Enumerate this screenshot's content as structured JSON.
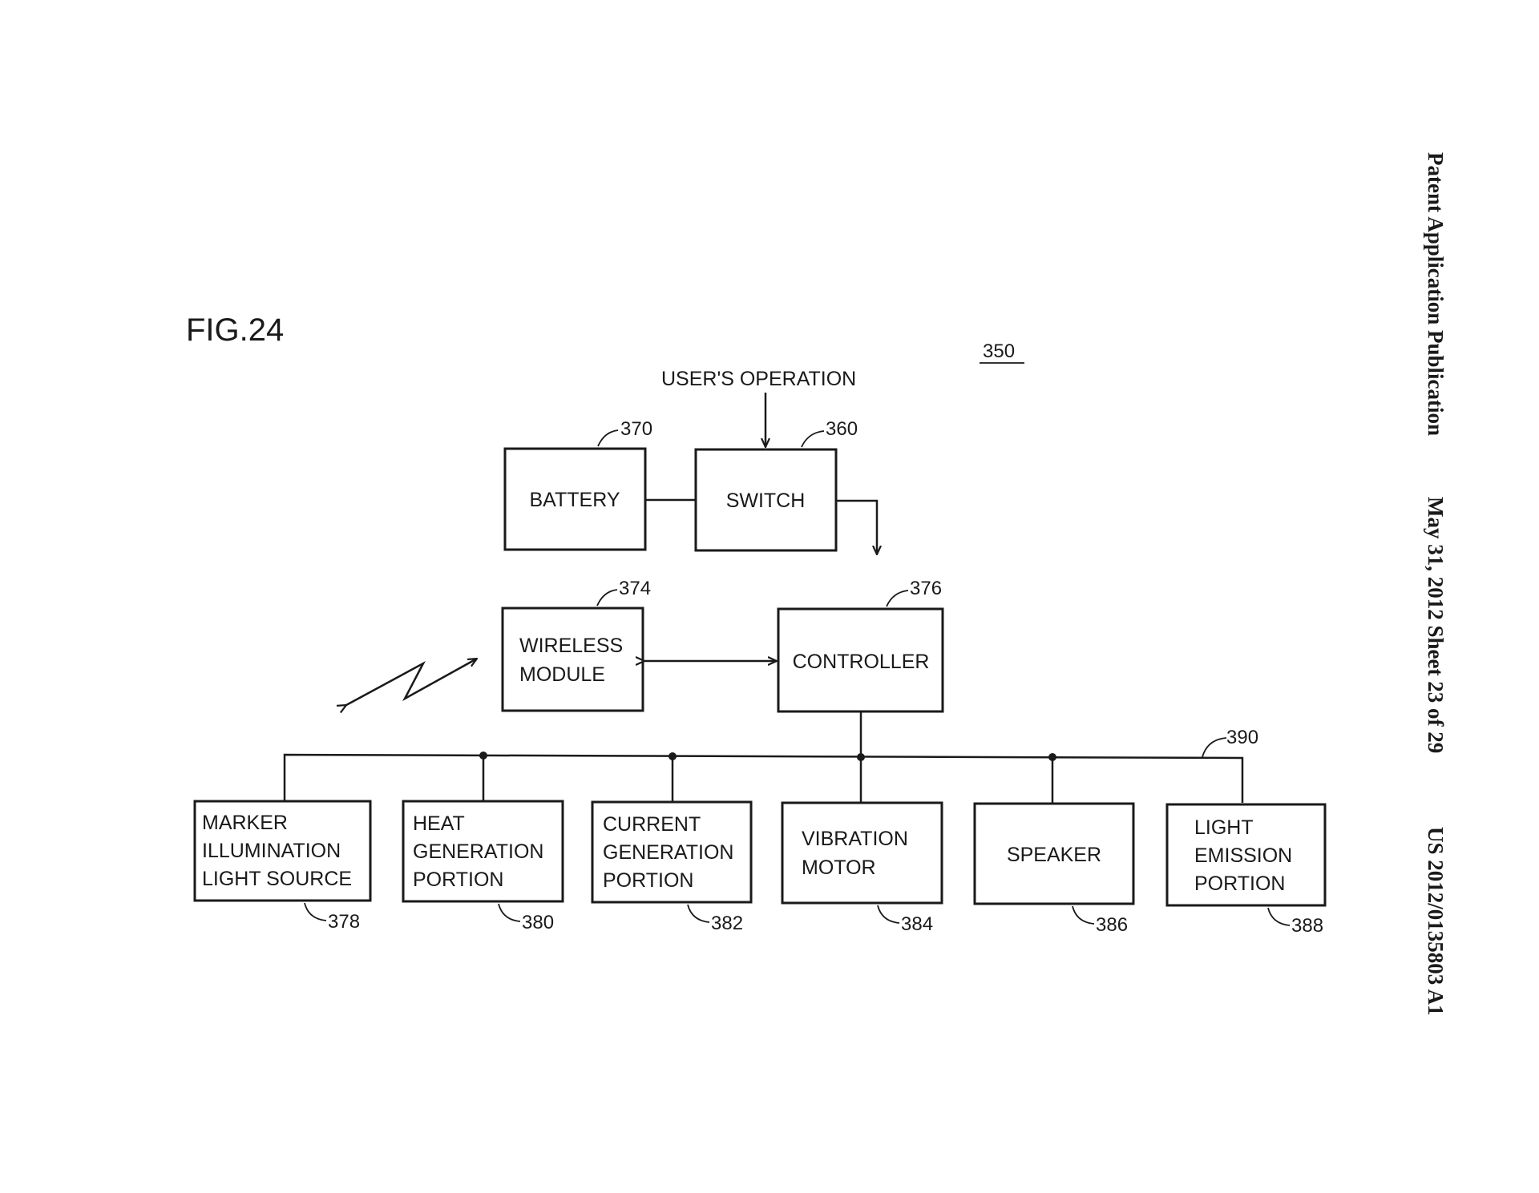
{
  "header": {
    "publication": "Patent Application Publication",
    "date_sheet": "May 31, 2012  Sheet 23 of 29",
    "number": "US 2012/0135803 A1"
  },
  "figure": {
    "label": "FIG.24",
    "ref": "350"
  },
  "input": {
    "label": "USER'S OPERATION"
  },
  "blocks": {
    "battery": {
      "lines": [
        "BATTERY"
      ],
      "ref": "370"
    },
    "switch": {
      "lines": [
        "SWITCH"
      ],
      "ref": "360"
    },
    "wireless": {
      "lines": [
        "WIRELESS",
        "MODULE"
      ],
      "ref": "374"
    },
    "controller": {
      "lines": [
        "CONTROLLER"
      ],
      "ref": "376"
    },
    "marker": {
      "lines": [
        "MARKER",
        "ILLUMINATION",
        "LIGHT SOURCE"
      ],
      "ref": "378"
    },
    "heat": {
      "lines": [
        "HEAT",
        "GENERATION",
        "PORTION"
      ],
      "ref": "380"
    },
    "current": {
      "lines": [
        "CURRENT",
        "GENERATION",
        "PORTION"
      ],
      "ref": "382"
    },
    "vibration": {
      "lines": [
        "VIBRATION",
        "MOTOR"
      ],
      "ref": "384"
    },
    "speaker": {
      "lines": [
        "SPEAKER"
      ],
      "ref": "386"
    },
    "light": {
      "lines": [
        "LIGHT",
        "EMISSION",
        "PORTION"
      ],
      "ref": "388"
    }
  },
  "bus": {
    "ref": "390"
  }
}
